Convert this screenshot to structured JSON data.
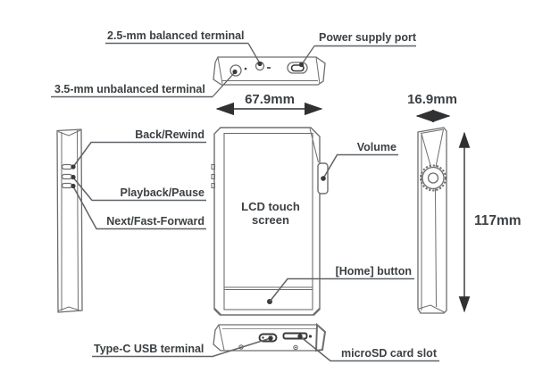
{
  "labels": {
    "balanced_terminal": "2.5-mm balanced terminal",
    "power_supply_port": "Power supply port",
    "unbalanced_terminal": "3.5-mm unbalanced terminal",
    "back_rewind": "Back/Rewind",
    "playback_pause": "Playback/Pause",
    "next_fast_forward": "Next/Fast-Forward",
    "lcd_touch_screen_line1": "LCD touch",
    "lcd_touch_screen_line2": "screen",
    "volume": "Volume",
    "home_button": "[Home] button",
    "type_c_usb_terminal": "Type-C USB terminal",
    "microsd_card_slot": "microSD card slot"
  },
  "dimensions": {
    "device_width": "67.9mm",
    "device_depth": "16.9mm",
    "device_height": "117mm"
  },
  "colors": {
    "text": "#3c4043",
    "annotation_line": "#5f6368",
    "device_line": "#6e6e6e",
    "background": "#ffffff"
  }
}
